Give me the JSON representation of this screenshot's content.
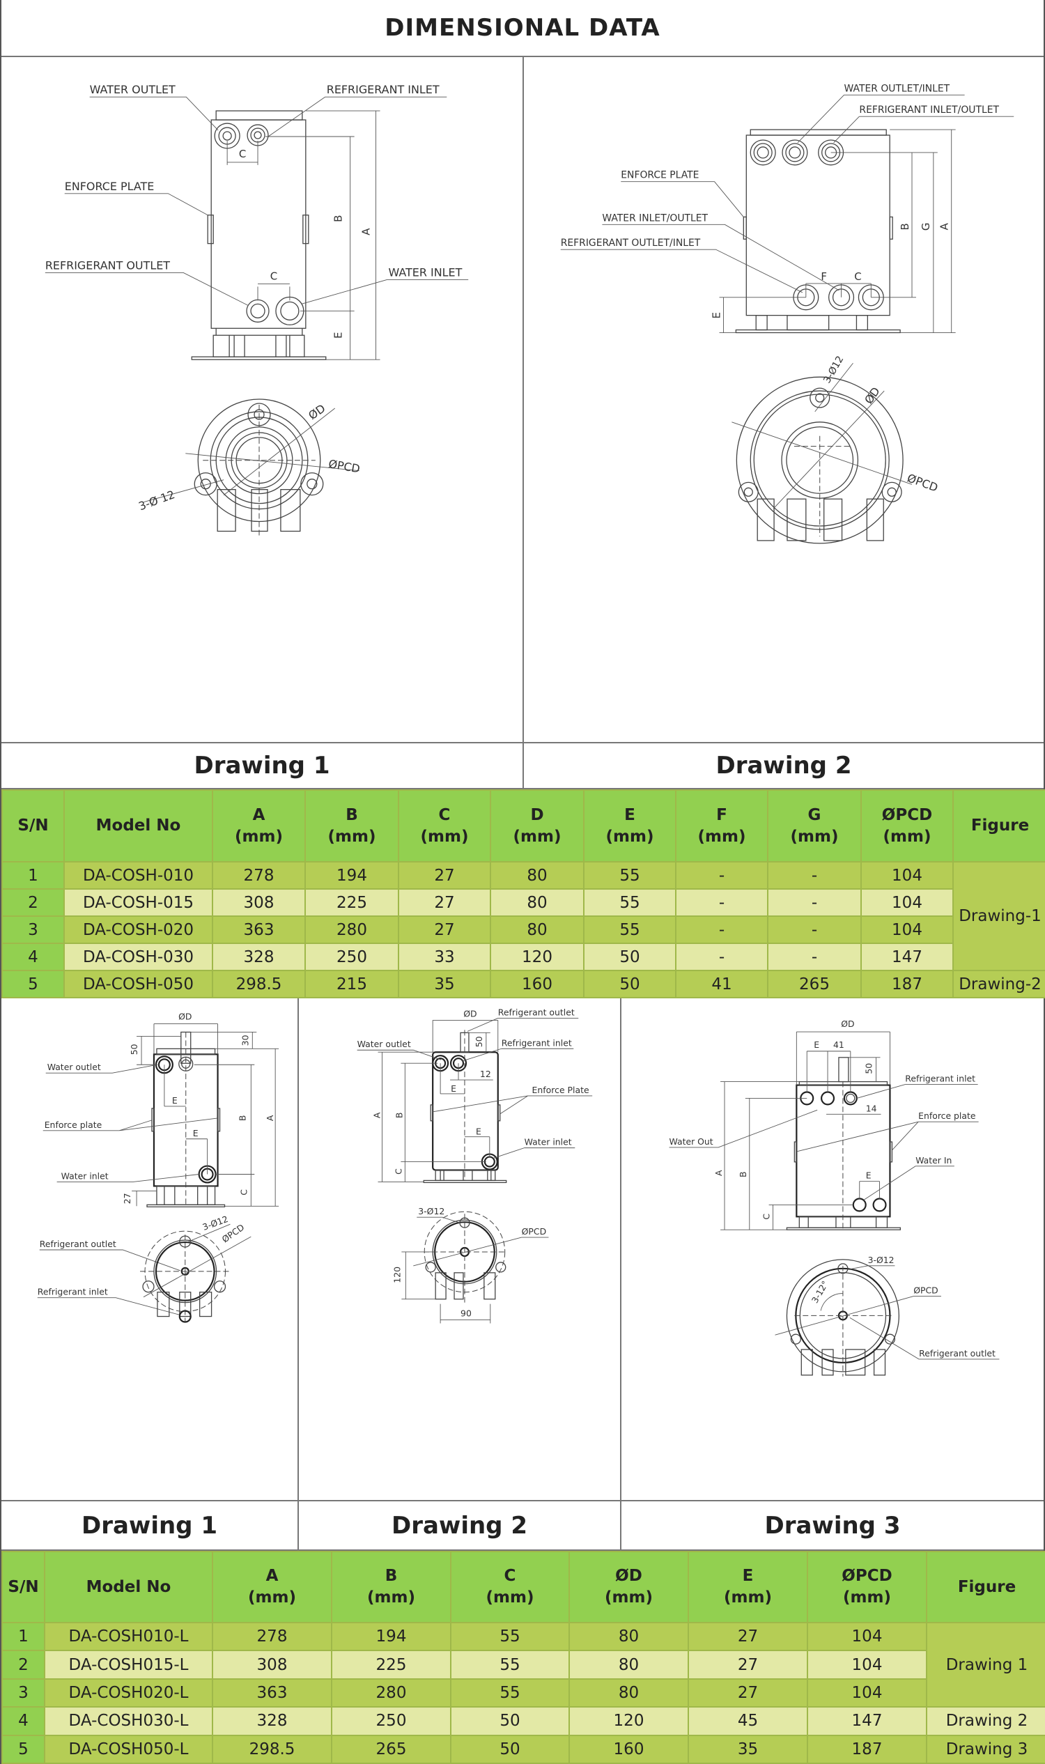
{
  "title": "DIMENSIONAL DATA",
  "top_drawings": {
    "drawing1": {
      "water_outlet": "WATER OUTLET",
      "refrigerant_inlet": "REFRIGERANT INLET",
      "enforce_plate": "ENFORCE PLATE",
      "refrigerant_outlet": "REFRIGERANT OUTLET",
      "water_inlet": "WATER INLET",
      "dim_a": "A",
      "dim_b": "B",
      "dim_c": "C",
      "dim_e": "E",
      "dim_d": "ØD",
      "dim_pcd": "ØPCD",
      "holes": "3-Ø 12"
    },
    "drawing2": {
      "water_outlet_inlet": "WATER OUTLET/INLET",
      "refrigerant_inlet_outlet": "REFRIGERANT INLET/OUTLET",
      "enforce_plate": "ENFORCE PLATE",
      "water_inlet_outlet": "WATER INLET/OUTLET",
      "refrigerant_outlet_inlet": "REFRIGERANT OUTLET/INLET",
      "dim_a": "A",
      "dim_b": "B",
      "dim_g": "G",
      "dim_e": "E",
      "dim_f": "F",
      "dim_c": "C",
      "dim_d": "ØD",
      "dim_pcd": "ØPCD",
      "holes": "3-Ø12"
    }
  },
  "top_captions": [
    "Drawing 1",
    "Drawing 2"
  ],
  "table1": {
    "headers": [
      {
        "l1": "S/N"
      },
      {
        "l1": "Model No"
      },
      {
        "l1": "A",
        "l2": "(mm)"
      },
      {
        "l1": "B",
        "l2": "(mm)"
      },
      {
        "l1": "C",
        "l2": "(mm)"
      },
      {
        "l1": "D",
        "l2": "(mm)"
      },
      {
        "l1": "E",
        "l2": "(mm)"
      },
      {
        "l1": "F",
        "l2": "(mm)"
      },
      {
        "l1": "G",
        "l2": "(mm)"
      },
      {
        "l1": "ØPCD",
        "l2": "(mm)"
      },
      {
        "l1": "Figure"
      }
    ],
    "rows": [
      {
        "sn": "1",
        "model": "DA-COSH-010",
        "a": "278",
        "b": "194",
        "c": "27",
        "d": "80",
        "e": "55",
        "f": "-",
        "g": "-",
        "pcd": "104"
      },
      {
        "sn": "2",
        "model": "DA-COSH-015",
        "a": "308",
        "b": "225",
        "c": "27",
        "d": "80",
        "e": "55",
        "f": "-",
        "g": "-",
        "pcd": "104"
      },
      {
        "sn": "3",
        "model": "DA-COSH-020",
        "a": "363",
        "b": "280",
        "c": "27",
        "d": "80",
        "e": "55",
        "f": "-",
        "g": "-",
        "pcd": "104"
      },
      {
        "sn": "4",
        "model": "DA-COSH-030",
        "a": "328",
        "b": "250",
        "c": "33",
        "d": "120",
        "e": "50",
        "f": "-",
        "g": "-",
        "pcd": "147"
      },
      {
        "sn": "5",
        "model": "DA-COSH-050",
        "a": "298.5",
        "b": "215",
        "c": "35",
        "d": "160",
        "e": "50",
        "f": "41",
        "g": "265",
        "pcd": "187"
      }
    ],
    "figures": [
      "Drawing-1",
      "Drawing-2"
    ]
  },
  "bottom_drawings": {
    "drawing1": {
      "water_outlet": "Water outlet",
      "enforce_plate": "Enforce plate",
      "water_inlet": "Water inlet",
      "refrigerant_outlet": "Refrigerant outlet",
      "refrigerant_inlet": "Refrigerant inlet",
      "dim_d": "ØD",
      "dim_50": "50",
      "dim_30": "30",
      "dim_a": "A",
      "dim_b": "B",
      "dim_c": "C",
      "dim_27": "27",
      "dim_e": "E",
      "holes": "3-Ø12",
      "dim_pcd": "ØPCD"
    },
    "drawing2": {
      "refrigerant_outlet": "Refrigerant outlet",
      "water_outlet": "Water outlet",
      "refrigerant_inlet": "Refrigerant inlet",
      "enforce_plate": "Enforce Plate",
      "water_inlet": "Water inlet",
      "dim_d": "ØD",
      "dim_50": "50",
      "dim_12": "12",
      "dim_a": "A",
      "dim_b": "B",
      "dim_c": "C",
      "dim_e": "E",
      "holes": "3-Ø12",
      "dim_pcd": "ØPCD",
      "dim_120": "120",
      "dim_90": "90"
    },
    "drawing3": {
      "refrigerant_inlet": "Refrigerant inlet",
      "enforce_plate": "Enforce plate",
      "water_out": "Water Out",
      "water_in": "Water In",
      "refrigerant_outlet": "Refrigerant outlet",
      "dim_d": "ØD",
      "dim_e": "E",
      "dim_41": "41",
      "dim_50": "50",
      "dim_14": "14",
      "dim_a": "A",
      "dim_b": "B",
      "dim_c": "C",
      "holes": "3-Ø12",
      "dim_pcd": "ØPCD",
      "angle": "3-12°"
    }
  },
  "bottom_captions": [
    "Drawing 1",
    "Drawing 2",
    "Drawing 3"
  ],
  "table2": {
    "headers": [
      {
        "l1": "S/N"
      },
      {
        "l1": "Model No"
      },
      {
        "l1": "A",
        "l2": "(mm)"
      },
      {
        "l1": "B",
        "l2": "(mm)"
      },
      {
        "l1": "C",
        "l2": "(mm)"
      },
      {
        "l1": "ØD",
        "l2": "(mm)"
      },
      {
        "l1": "E",
        "l2": "(mm)"
      },
      {
        "l1": "ØPCD",
        "l2": "(mm)"
      },
      {
        "l1": "Figure"
      }
    ],
    "rows": [
      {
        "sn": "1",
        "model": "DA-COSH010-L",
        "a": "278",
        "b": "194",
        "c": "55",
        "d": "80",
        "e": "27",
        "pcd": "104"
      },
      {
        "sn": "2",
        "model": "DA-COSH015-L",
        "a": "308",
        "b": "225",
        "c": "55",
        "d": "80",
        "e": "27",
        "pcd": "104"
      },
      {
        "sn": "3",
        "model": "DA-COSH020-L",
        "a": "363",
        "b": "280",
        "c": "55",
        "d": "80",
        "e": "27",
        "pcd": "104"
      },
      {
        "sn": "4",
        "model": "DA-COSH030-L",
        "a": "328",
        "b": "250",
        "c": "50",
        "d": "120",
        "e": "45",
        "pcd": "147"
      },
      {
        "sn": "5",
        "model": "DA-COSH050-L",
        "a": "298.5",
        "b": "265",
        "c": "50",
        "d": "160",
        "e": "35",
        "pcd": "187"
      }
    ],
    "figures": [
      "Drawing 1",
      "Drawing 2",
      "Drawing 3"
    ]
  },
  "colors": {
    "header_green": "#92d050",
    "row_dark": "#b5cd55",
    "row_light": "#e3e9a6"
  }
}
